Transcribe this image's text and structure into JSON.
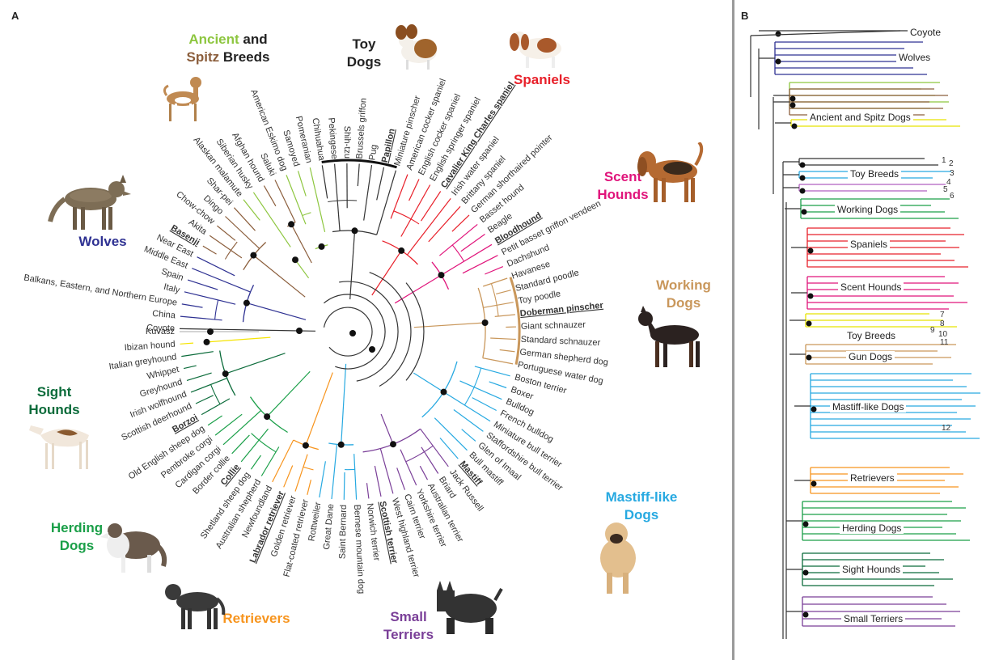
{
  "panel_a": {
    "label": "A",
    "groups": [
      {
        "line1": "Ancient",
        "line1b": " and",
        "line2": "Spitz",
        "line2b": " Breeds",
        "c1": "#8dc63f",
        "c2": "#8b5e3c"
      },
      {
        "text1": "Toy",
        "text2": "Dogs",
        "color": "#222222"
      },
      {
        "text1": "Spaniels",
        "color": "#e8202a"
      },
      {
        "text1": "Scent",
        "text2": "Hounds",
        "color": "#e0147b"
      },
      {
        "text1": "Working",
        "text2": "Dogs",
        "color": "#c9975b"
      },
      {
        "text1": "Mastiff-like",
        "text2": "Dogs",
        "color": "#27a9e1"
      },
      {
        "text1": "Small",
        "text2": "Terriers",
        "color": "#7a3f98"
      },
      {
        "text1": "Retrievers",
        "color": "#f7941d"
      },
      {
        "text1": "Herding",
        "text2": "Dogs",
        "color": "#1a9f48"
      },
      {
        "text1": "Sight",
        "text2": "Hounds",
        "color": "#0b6b3a"
      },
      {
        "text1": "Wolves",
        "color": "#2e3192"
      }
    ],
    "leaves": [
      {
        "name": "Coyote",
        "clade": "Coyote"
      },
      {
        "name": "China",
        "clade": "Wolves"
      },
      {
        "name": "Balkans, Eastern, and Northern Europe",
        "clade": "Wolves"
      },
      {
        "name": "Italy",
        "clade": "Wolves"
      },
      {
        "name": "Spain",
        "clade": "Wolves"
      },
      {
        "name": "Middle East",
        "clade": "Wolves"
      },
      {
        "name": "Near East",
        "clade": "Wolves"
      },
      {
        "name": "Basenji",
        "clade": "Ancient",
        "bold": true
      },
      {
        "name": "Akita",
        "clade": "Ancient"
      },
      {
        "name": "Chow-chow",
        "clade": "Ancient"
      },
      {
        "name": "Dingo",
        "clade": "Ancient"
      },
      {
        "name": "Shar-pei",
        "clade": "Ancient"
      },
      {
        "name": "Alaskan malamute",
        "clade": "Spitz"
      },
      {
        "name": "Siberian husky",
        "clade": "Spitz"
      },
      {
        "name": "Afghan hound",
        "clade": "Ancient"
      },
      {
        "name": "Saluki",
        "clade": "Ancient"
      },
      {
        "name": "American Eskimo dog",
        "clade": "Spitz"
      },
      {
        "name": "Samoyed",
        "clade": "Spitz"
      },
      {
        "name": "Pomeranian",
        "clade": "Spitz"
      },
      {
        "name": "Chihuahua",
        "clade": "Toy"
      },
      {
        "name": "Pekingese",
        "clade": "Toy"
      },
      {
        "name": "Shih-tzu",
        "clade": "Toy"
      },
      {
        "name": "Brussels griffon",
        "clade": "Toy"
      },
      {
        "name": "Pug",
        "clade": "Toy"
      },
      {
        "name": "Papillon",
        "clade": "Toy",
        "bold": true
      },
      {
        "name": "Miniature pinscher",
        "clade": "Toy"
      },
      {
        "name": "American cocker spaniel",
        "clade": "Spaniels"
      },
      {
        "name": "English cocker spaniel",
        "clade": "Spaniels"
      },
      {
        "name": "English springer spaniel",
        "clade": "Spaniels"
      },
      {
        "name": "Cavalier King Charles spaniel",
        "clade": "Spaniels",
        "bold": true
      },
      {
        "name": "Irish water spaniel",
        "clade": "Spaniels"
      },
      {
        "name": "Brittany spaniel",
        "clade": "Spaniels"
      },
      {
        "name": "German shorthaired pointer",
        "clade": "Spaniels"
      },
      {
        "name": "Basset hound",
        "clade": "Scent"
      },
      {
        "name": "Beagle",
        "clade": "Scent"
      },
      {
        "name": "Bloodhound",
        "clade": "Scent",
        "bold": true
      },
      {
        "name": "Petit basset griffon vendeen",
        "clade": "Scent"
      },
      {
        "name": "Dachshund",
        "clade": "Scent"
      },
      {
        "name": "Havanese",
        "clade": "Working"
      },
      {
        "name": "Standard poodle",
        "clade": "Working"
      },
      {
        "name": "Toy poodle",
        "clade": "Working"
      },
      {
        "name": "Doberman pinscher",
        "clade": "Working",
        "bold": true
      },
      {
        "name": "Giant schnauzer",
        "clade": "Working"
      },
      {
        "name": "Standard schnauzer",
        "clade": "Working"
      },
      {
        "name": "German shepherd dog",
        "clade": "Working"
      },
      {
        "name": "Portuguese water dog",
        "clade": "Working"
      },
      {
        "name": "Boston terrier",
        "clade": "Mastiff"
      },
      {
        "name": "Boxer",
        "clade": "Mastiff"
      },
      {
        "name": "Bulldog",
        "clade": "Mastiff"
      },
      {
        "name": "French bulldog",
        "clade": "Mastiff"
      },
      {
        "name": "Miniature bull terrier",
        "clade": "Mastiff"
      },
      {
        "name": "Staffordshire bull terrier",
        "clade": "Mastiff"
      },
      {
        "name": "Glen of Imaal",
        "clade": "Mastiff"
      },
      {
        "name": "Bull mastiff",
        "clade": "Mastiff"
      },
      {
        "name": "Mastiff",
        "clade": "Mastiff",
        "bold": true
      },
      {
        "name": "Jack Russell",
        "clade": "Terriers"
      },
      {
        "name": "Briard",
        "clade": "Terriers"
      },
      {
        "name": "Australian terrier",
        "clade": "Terriers"
      },
      {
        "name": "Yorkshire terrier",
        "clade": "Terriers"
      },
      {
        "name": "Cairn terrier",
        "clade": "Terriers"
      },
      {
        "name": "West highland terrier",
        "clade": "Terriers"
      },
      {
        "name": "Scottish terrier",
        "clade": "Terriers",
        "bold": true
      },
      {
        "name": "Norwich terrier",
        "clade": "Terriers"
      },
      {
        "name": "Bernese mountain dog",
        "clade": "Mastiff"
      },
      {
        "name": "Saint Bernard",
        "clade": "Mastiff"
      },
      {
        "name": "Great Dane",
        "clade": "Mastiff"
      },
      {
        "name": "Rottweiler",
        "clade": "Mastiff"
      },
      {
        "name": "Flat-coated retriever",
        "clade": "Retrievers"
      },
      {
        "name": "Golden retriever",
        "clade": "Retrievers"
      },
      {
        "name": "Labrador retriever",
        "clade": "Retrievers",
        "bold": true
      },
      {
        "name": "Newfoundland",
        "clade": "Retrievers"
      },
      {
        "name": "Australian shepherd",
        "clade": "Herding"
      },
      {
        "name": "Shetland sheep dog",
        "clade": "Herding"
      },
      {
        "name": "Collie",
        "clade": "Herding",
        "bold": true
      },
      {
        "name": "Border collie",
        "clade": "Herding"
      },
      {
        "name": "Cardigan corgi",
        "clade": "Herding"
      },
      {
        "name": "Pembroke corgi",
        "clade": "Herding"
      },
      {
        "name": "Old English sheep dog",
        "clade": "Herding"
      },
      {
        "name": "Borzoi",
        "clade": "Sight",
        "bold": true
      },
      {
        "name": "Scottish deerhound",
        "clade": "Sight"
      },
      {
        "name": "Irish wolfhound",
        "clade": "Sight"
      },
      {
        "name": "Greyhound",
        "clade": "Sight"
      },
      {
        "name": "Whippet",
        "clade": "Sight"
      },
      {
        "name": "Italian greyhound",
        "clade": "Sight"
      },
      {
        "name": "Ibizan hound",
        "clade": "Ibizan"
      },
      {
        "name": "Kuvasz",
        "clade": "Kuvasz"
      }
    ],
    "clade_colors": {
      "Coyote": "#333333",
      "Wolves": "#2e3192",
      "Ancient": "#8b5e3c",
      "Spitz": "#8dc63f",
      "Toy": "#333333",
      "Spaniels": "#e8202a",
      "Scent": "#e0147b",
      "Working": "#c9975b",
      "Mastiff": "#27a9e1",
      "Terriers": "#7a3f98",
      "Retrievers": "#f7941d",
      "Herding": "#1a9f48",
      "Sight": "#0b6b3a",
      "Ibizan": "#f5e400",
      "Kuvasz": "#bbbbbb"
    },
    "images": [
      "basenji",
      "papillon",
      "cavalier-spaniel",
      "bloodhound",
      "doberman",
      "mastiff",
      "scottish-terrier",
      "labrador",
      "collie",
      "borzoi",
      "wolf"
    ]
  },
  "panel_b": {
    "label": "B",
    "labels": [
      {
        "text": "Coyote"
      },
      {
        "text": "Wolves"
      },
      {
        "text": "Ancient and Spitz Dogs"
      },
      {
        "text": "Toy Breeds"
      },
      {
        "text": "Working Dogs"
      },
      {
        "text": "Spaniels"
      },
      {
        "text": "Scent Hounds"
      },
      {
        "text": "Toy Breeds"
      },
      {
        "text": "Gun Dogs"
      },
      {
        "text": "Mastiff-like Dogs"
      },
      {
        "text": "Retrievers"
      },
      {
        "text": "Herding Dogs"
      },
      {
        "text": "Sight Hounds"
      },
      {
        "text": "Small Terriers"
      }
    ],
    "numbers": [
      "1",
      "2",
      "3",
      "4",
      "5",
      "6",
      "7",
      "8",
      "9",
      "10",
      "11",
      "12"
    ]
  }
}
